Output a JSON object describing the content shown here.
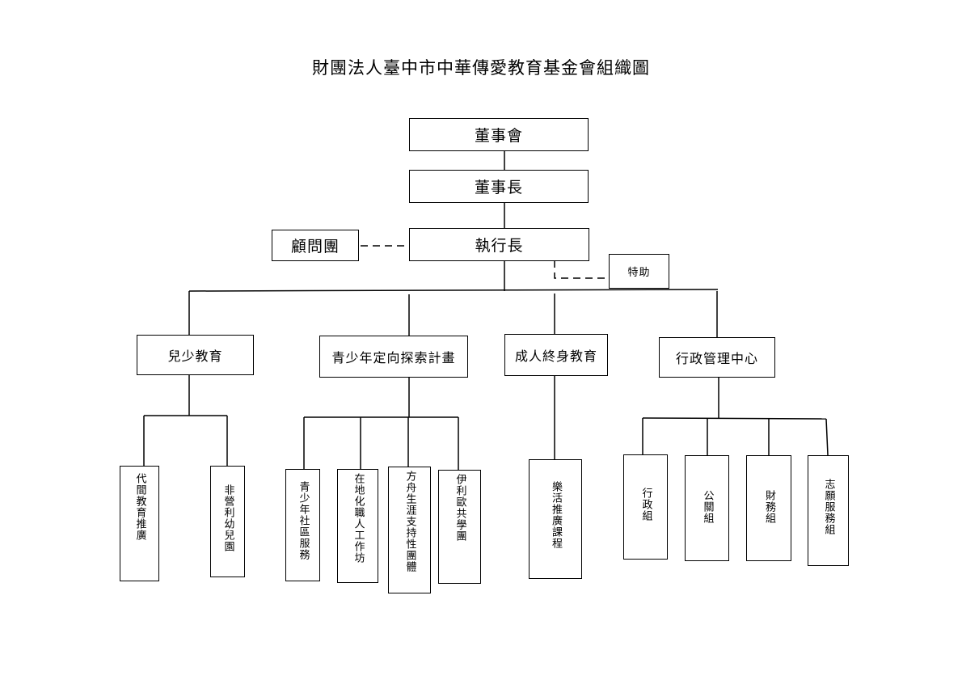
{
  "title": "財團法人臺中市中華傳愛教育基金會組織圖",
  "nodes": {
    "board": "董事會",
    "chairman": "董事長",
    "ceo": "執行長",
    "advisory": "顧問團",
    "assistant": "特助",
    "children_edu": "兒少教育",
    "youth_program": "青少年定向探索計畫",
    "adult_edu": "成人終身教育",
    "admin_center": "行政管理中心",
    "intergen_edu": "代間教育推廣",
    "kindergarten": "非營利幼兒園",
    "youth_service": "青少年社區服務",
    "local_workshop": "在地化職人工作坊",
    "ark_support": "方舟生涯支持性團體",
    "iliou_school": "伊利歐共學團",
    "happy_living": "樂活推廣課程",
    "admin_group": "行政組",
    "pr_group": "公關組",
    "finance_group": "財務組",
    "volunteer_group": "志願服務組"
  }
}
